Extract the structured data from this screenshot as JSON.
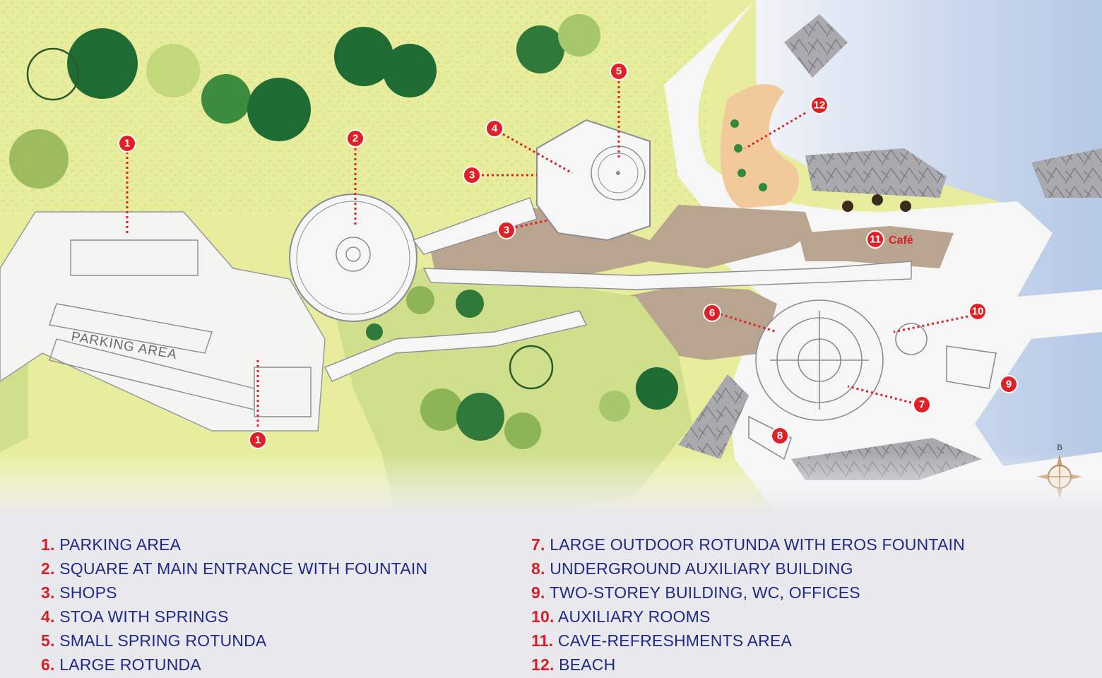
{
  "map": {
    "parking_label": "PARKING AREA",
    "cafe_label": "Café",
    "compass_letter": "B",
    "markers": [
      "1",
      "1",
      "2",
      "3",
      "3",
      "4",
      "5",
      "6",
      "7",
      "8",
      "9",
      "10",
      "11",
      "12"
    ],
    "colors": {
      "grass_light": "#e8ee9a",
      "grass_green": "#cfe07f",
      "paving": "#f4f4f2",
      "earth": "#b9a58f",
      "sand": "#f1c99a",
      "sea": "#cfdcee",
      "rock": "#a6a6ab",
      "tree_dark": "#1f6b34",
      "marker_red": "#e01f26"
    }
  },
  "legend": {
    "left": [
      {
        "num": "1.",
        "text": "PARKING AREA"
      },
      {
        "num": "2.",
        "text": "SQUARE AT MAIN ENTRANCE WITH FOUNTAIN"
      },
      {
        "num": "3.",
        "text": "SHOPS"
      },
      {
        "num": "4.",
        "text": "STOA WITH SPRINGS"
      },
      {
        "num": "5.",
        "text": "SMALL SPRING ROTUNDA"
      },
      {
        "num": "6.",
        "text": "LARGE ROTUNDA"
      }
    ],
    "right": [
      {
        "num": "7.",
        "text": "LARGE OUTDOOR ROTUNDA WITH EROS FOUNTAIN"
      },
      {
        "num": "8.",
        "text": "UNDERGROUND AUXILIARY BUILDING"
      },
      {
        "num": "9.",
        "text": "TWO-STOREY BUILDING, WC, OFFICES"
      },
      {
        "num": "10.",
        "text": "AUXILIARY ROOMS"
      },
      {
        "num": "11.",
        "text": "CAVE-REFRESHMENTS AREA"
      },
      {
        "num": "12.",
        "text": "BEACH"
      }
    ]
  }
}
